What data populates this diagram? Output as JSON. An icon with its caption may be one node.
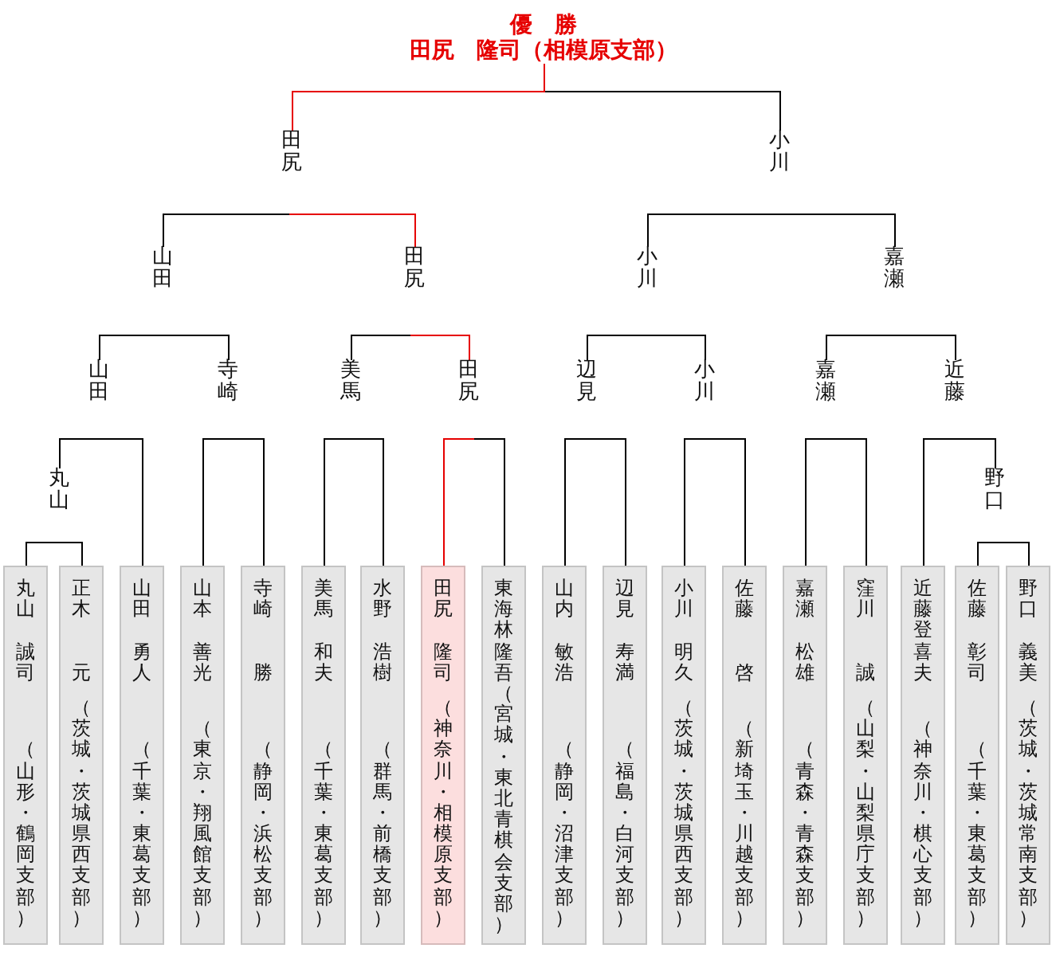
{
  "diagram": {
    "nodes": [
      {
        "text": [
          "優　勝",
          "田尻　隆司（相模原支部）"
        ]
      },
      {
        "text": [
          "田尻"
        ]
      },
      {
        "text": [
          "小川"
        ]
      },
      {
        "text": [
          "山田"
        ]
      },
      {
        "text": [
          "田尻"
        ]
      },
      {
        "text": [
          "小川"
        ]
      },
      {
        "text": [
          "嘉瀬"
        ]
      },
      {
        "text": [
          "山田"
        ]
      },
      {
        "text": [
          "寺崎"
        ]
      },
      {
        "text": [
          "美馬"
        ]
      },
      {
        "text": [
          "田尻"
        ]
      },
      {
        "text": [
          "辺見"
        ]
      },
      {
        "text": [
          "小川"
        ]
      },
      {
        "text": [
          "嘉瀬"
        ]
      },
      {
        "text": [
          "近藤"
        ]
      },
      {
        "text": [
          "丸山"
        ]
      },
      {
        "text": [
          "野口"
        ]
      },
      {
        "text": [
          "丸山",
          "誠司",
          "（山形・鶴岡支部）"
        ]
      },
      {
        "text": [
          "正木",
          "元",
          "（茨城・茨城県西支部）"
        ]
      },
      {
        "text": [
          "山田",
          "勇人",
          "（千葉・東葛支部）"
        ]
      },
      {
        "text": [
          "山本",
          "善光",
          "（東京・翔風館支部）"
        ]
      },
      {
        "text": [
          "寺崎",
          "勝",
          "（静岡・浜松支部）"
        ]
      },
      {
        "text": [
          "美馬",
          "和夫",
          "（千葉・東葛支部）"
        ]
      },
      {
        "text": [
          "水野",
          "浩樹",
          "（群馬・前橋支部）"
        ]
      },
      {
        "text": [
          "田尻",
          "隆司",
          "（神奈川・相模原支部）"
        ]
      },
      {
        "text": [
          "東海林隆吾",
          "（宮城・東北青棋会支部）"
        ]
      },
      {
        "text": [
          "山内",
          "敏浩",
          "（静岡・沼津支部）"
        ]
      },
      {
        "text": [
          "辺見",
          "寿満",
          "（福島・白河支部）"
        ]
      },
      {
        "text": [
          "小川",
          "明久",
          "（茨城・茨城県西支部）"
        ]
      },
      {
        "text": [
          "佐藤",
          "啓",
          "（新埼玉・川越支部）"
        ]
      },
      {
        "text": [
          "嘉瀬",
          "松雄",
          "（青森・青森支部）"
        ]
      },
      {
        "text": [
          "窪川",
          "誠",
          "（山梨・山梨県庁支部）"
        ]
      },
      {
        "text": [
          "近藤登喜夫",
          "（神奈川・棋心支部）"
        ]
      },
      {
        "text": [
          "佐藤",
          "彰司",
          "（千葉・東葛支部）"
        ]
      },
      {
        "text": [
          "野口",
          "義美",
          "（茨城・茨城常南支部）"
        ]
      }
    ],
    "edges": [
      {
        "from": 1,
        "to": 0,
        "arrow": "none",
        "color": "#e60000"
      },
      {
        "from": 2,
        "to": 0,
        "arrow": "none"
      },
      {
        "from": 4,
        "to": 3,
        "arrow": "none",
        "color": "#e60000"
      },
      {
        "from": 5,
        "to": 6,
        "arrow": "none"
      },
      {
        "from": 7,
        "to": 8,
        "arrow": "none"
      },
      {
        "from": 10,
        "to": 9,
        "arrow": "none",
        "color": "#e60000"
      },
      {
        "from": 11,
        "to": 12,
        "arrow": "none"
      },
      {
        "from": 13,
        "to": 14,
        "arrow": "none"
      },
      {
        "from": 15,
        "to": 19,
        "arrow": "none"
      },
      {
        "from": 20,
        "to": 21,
        "arrow": "none"
      },
      {
        "from": 22,
        "to": 23,
        "arrow": "none"
      },
      {
        "from": 24,
        "to": 25,
        "arrow": "none",
        "color": "#e60000"
      },
      {
        "from": 26,
        "to": 27,
        "arrow": "none"
      },
      {
        "from": 28,
        "to": 29,
        "arrow": "none"
      },
      {
        "from": 30,
        "to": 31,
        "arrow": "none"
      },
      {
        "from": 32,
        "to": 16,
        "arrow": "none"
      },
      {
        "from": 17,
        "to": 18,
        "arrow": "none"
      },
      {
        "from": 33,
        "to": 34,
        "arrow": "none"
      }
    ]
  }
}
